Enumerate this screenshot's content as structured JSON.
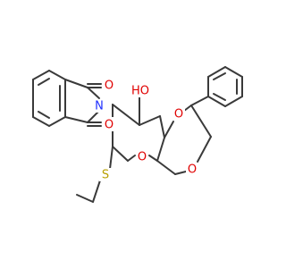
{
  "molecule": {
    "atom_labels": {
      "o_top": "O",
      "o_bottom": "O",
      "n_imide": "N",
      "oh": "HO",
      "o_ring_a": "O",
      "o_ring_b": "O",
      "o_ring_c": "O",
      "s_thio": "S"
    },
    "colors": {
      "bond": "#3a3a3a",
      "oxygen": "#e00000",
      "nitrogen": "#1f2fff",
      "sulfur": "#b8a000"
    }
  }
}
